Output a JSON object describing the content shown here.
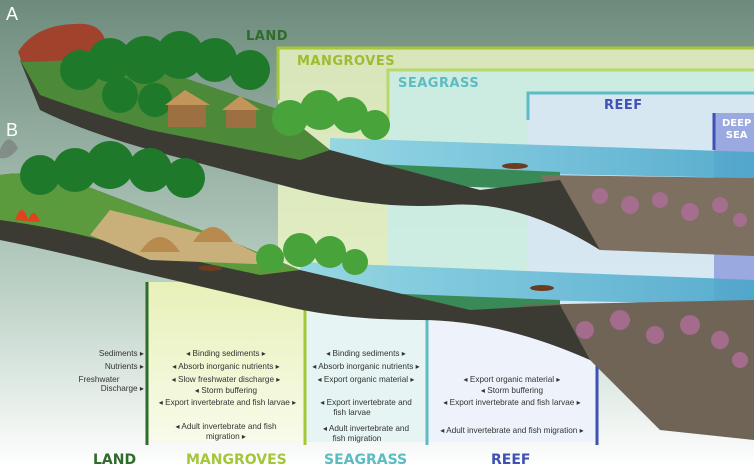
{
  "panels": {
    "a_label": "A",
    "b_label": "B"
  },
  "zone_headers": {
    "land": "LAND",
    "mangroves": "MANGROVES",
    "seagrass": "SEAGRASS",
    "reef": "REEF",
    "deep_sea_line1": "DEEP",
    "deep_sea_line2": "SEA"
  },
  "inputs": [
    "Sediments ▸",
    "Nutrients ▸",
    "Freshwater",
    "Discharge ▸"
  ],
  "mangroves_functions": [
    "◂ Binding sediments ▸",
    "◂ Absorb inorganic nutrients ▸",
    "◂ Slow freshwater discharge ▸",
    "◂ Storm buffering",
    "◂ Export invertebrate and fish larvae ▸",
    "◂ Adult invertebrate and fish",
    "migration ▸"
  ],
  "seagrass_functions": [
    "◂ Binding sediments ▸",
    "◂ Absorb inorganic nutrients ▸",
    "◂ Export organic material ▸",
    "◂ Export invertebrate and",
    "fish larvae",
    "◂ Adult invertebrate and",
    "fish migration"
  ],
  "reef_functions": [
    "◂ Export organic material ▸",
    "◂ Storm buffering",
    "◂ Export invertebrate and fish larvae ▸",
    "◂ Adult invertebrate and fish migration ▸"
  ],
  "footer": {
    "land": "LAND",
    "mangroves": "MANGROVES",
    "seagrass": "SEAGRASS",
    "reef": "REEF"
  },
  "colors": {
    "land": "#2f6b2a",
    "mangroves": "#a4c639",
    "seagrass": "#5cbcc2",
    "reef": "#3f51b5",
    "deep_sea": "#7b8fd6"
  }
}
